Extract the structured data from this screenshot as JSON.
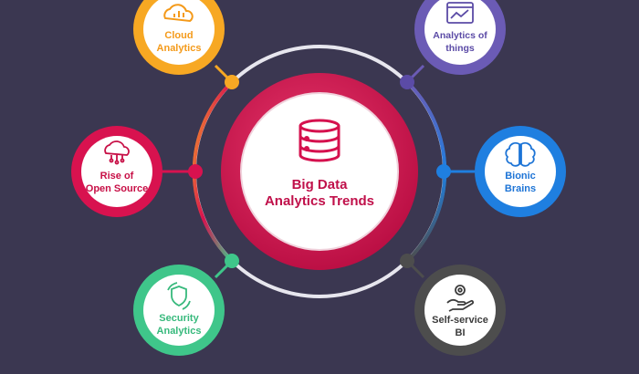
{
  "center": {
    "title_line1": "Big Data",
    "title_line2": "Analytics Trends",
    "icon": "database-icon",
    "color": "#d5114e"
  },
  "trends": [
    {
      "id": "cloud-analytics",
      "line1": "Cloud",
      "line2": "Analytics",
      "icon": "cloud-chart-icon",
      "ring_color": "#f7a823",
      "accent": "#f49a1a"
    },
    {
      "id": "analytics-of-things",
      "line1": "Analytics of",
      "line2": "things",
      "icon": "chart-window-icon",
      "ring_color": "#6b5bb5",
      "accent": "#5b4ba6"
    },
    {
      "id": "rise-of-open-source",
      "line1": "Rise of",
      "line2": "Open Source",
      "icon": "cloud-network-icon",
      "ring_color": "#d8124f",
      "accent": "#c70f46"
    },
    {
      "id": "bionic-brains",
      "line1": "Bionic",
      "line2": "Brains",
      "icon": "brain-icon",
      "ring_color": "#1f7fe0",
      "accent": "#1d74d6"
    },
    {
      "id": "security-analytics",
      "line1": "Security",
      "line2": "Analytics",
      "icon": "shield-refresh-icon",
      "ring_color": "#3fc68a",
      "accent": "#37b97c"
    },
    {
      "id": "self-service-bi",
      "line1": "Self-service",
      "line2": "BI",
      "icon": "hand-gear-icon",
      "ring_color": "#4d4d4d",
      "accent": "#3c3c3c"
    }
  ]
}
